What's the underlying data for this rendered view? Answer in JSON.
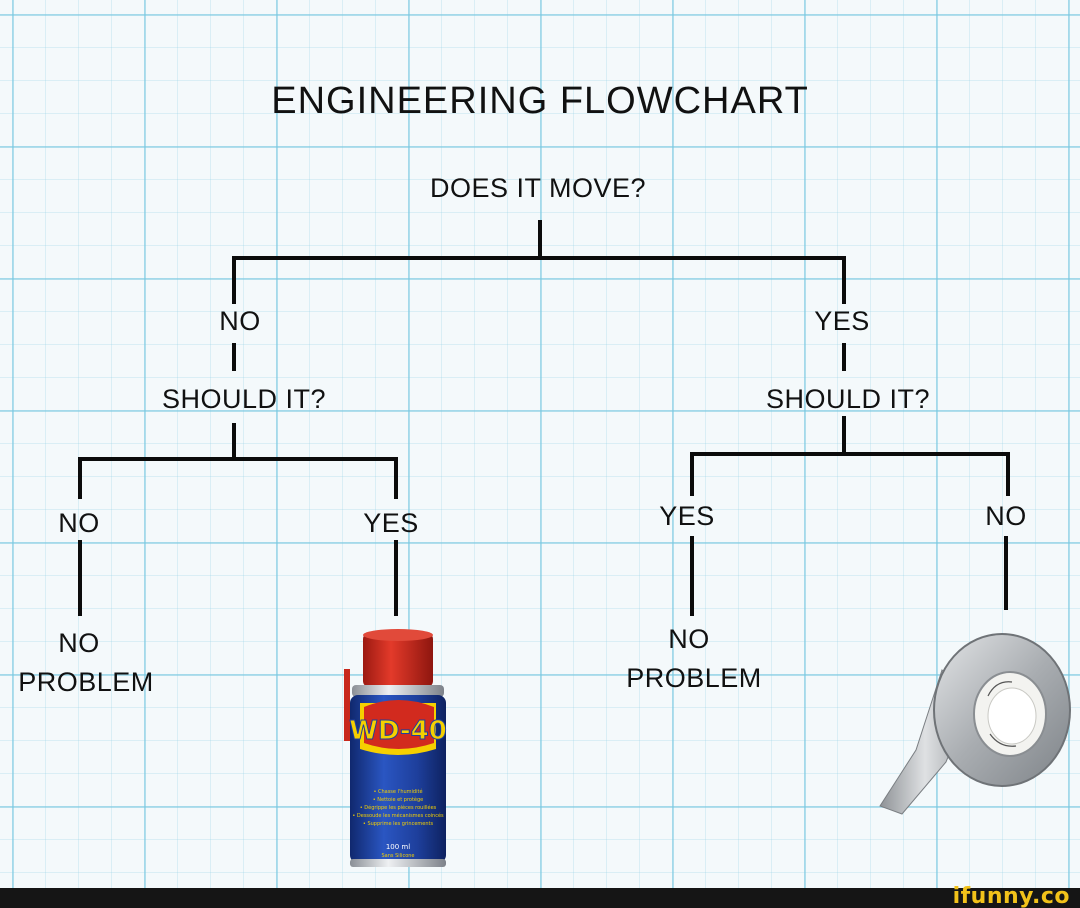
{
  "title": "ENGINEERING FLOWCHART",
  "root_question": "DOES IT MOVE?",
  "left": {
    "answer": "NO",
    "question": "SHOULD IT?",
    "left_answer": "NO",
    "left_outcome_line1": "NO",
    "left_outcome_line2": "PROBLEM",
    "right_answer": "YES",
    "right_outcome_icon": "wd40-spray-can-icon"
  },
  "right": {
    "answer": "YES",
    "question": "SHOULD IT?",
    "left_answer": "YES",
    "left_outcome_line1": "NO",
    "left_outcome_line2": "PROBLEM",
    "right_answer": "NO",
    "right_outcome_icon": "duct-tape-icon"
  },
  "can": {
    "brand": "WD-40",
    "bullets": [
      "• Chasse l'humidité",
      "• Nettoie et protège",
      "• Dégrippe les pièces rouillées",
      "• Dessoude les mécanismes coincés",
      "• Supprime les grincements"
    ],
    "volume": "100 ml",
    "note": "Sans Silicone"
  },
  "footer": {
    "brand": "ifunny.co"
  },
  "colors": {
    "grid": "#8fd0e6",
    "can_blue": "#1e3f9c",
    "can_yellow": "#f5d000",
    "can_red": "#d22a1e",
    "tape": "#b9bcbf",
    "footer_text": "#f2c21a"
  }
}
